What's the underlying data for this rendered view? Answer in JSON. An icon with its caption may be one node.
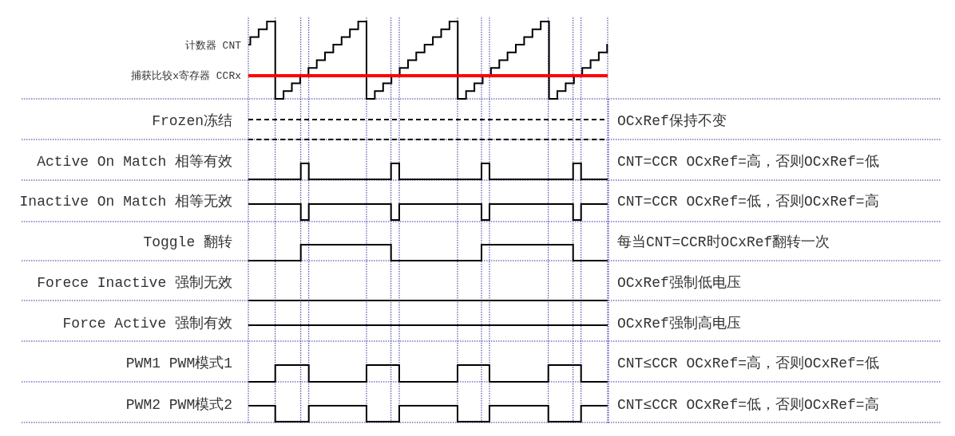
{
  "diagram": {
    "labels": [
      "计数器 CNT",
      "捕获比较x寄存器 CCRx",
      "Frozen冻结",
      "OCxRef保持不变",
      "Active On Match 相等有效",
      "CNT=CCR OCxRef=高，否则OCxRef=低",
      "Inactive On Match 相等无效",
      "CNT=CCR OCxRef=低，否则OCxRef=高",
      "Toggle 翻转",
      "每当CNT=CCR时OCxRef翻转一次",
      "Forece Inactive 强制无效",
      "OCxRef强制低电压",
      "Force Active 强制有效",
      "OCxRef强制高电压",
      "PWM1 PWM模式1",
      "CNT≤CCR OCxRef=高，否则OCxRef=低",
      "PWM2 PWM模式2",
      "CNT≤CCR OCxRef=低，否则OCxRef=高"
    ]
  }
}
